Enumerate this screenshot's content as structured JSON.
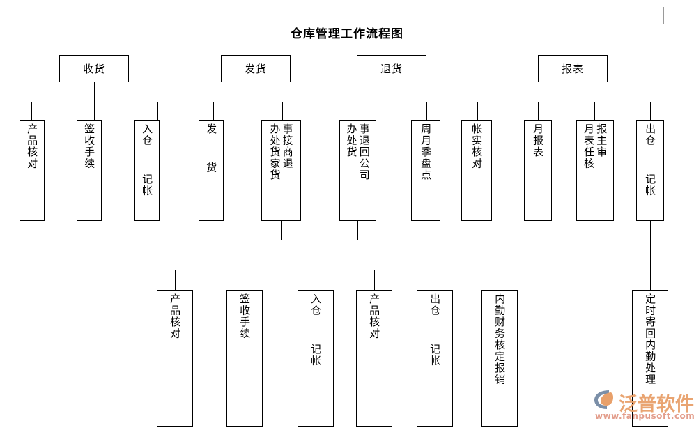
{
  "title": "仓库管理工作流程图",
  "colors": {
    "box_border": "#000000",
    "line": "#000000",
    "text": "#000000",
    "background": "#ffffff",
    "watermark_orange": "#e8a06a",
    "watermark_blue": "#7b8fa8",
    "watermark_url": "#e0937f",
    "corner_mark": "#9a9a9a"
  },
  "chart_data": {
    "type": "diagram",
    "diagram_type": "organizational-flowchart",
    "title": "仓库管理工作流程图",
    "orientation": "top-down",
    "levels": 3,
    "root_count": 4
  },
  "nodes": {
    "receiving": {
      "label": "收货"
    },
    "shipping": {
      "label": "发货"
    },
    "returns": {
      "label": "退货"
    },
    "reports": {
      "label": "报表"
    },
    "recv_check": {
      "col1": "产品核对"
    },
    "recv_sign": {
      "col1": "签收手续"
    },
    "recv_store": {
      "col1": "入仓  记帐"
    },
    "ship_out": {
      "col1": "发  货"
    },
    "ship_return": {
      "col1": "事接商退",
      "col2": "办处货家货"
    },
    "ret_company": {
      "col1": "事退回公司",
      "col2": "办处货"
    },
    "ret_stock": {
      "col1": "周月季盘点"
    },
    "rep_audit": {
      "col1": "帐实核对"
    },
    "rep_monthly": {
      "col1": "月报表"
    },
    "rep_review": {
      "col1": "报主审",
      "col2": "月表任核"
    },
    "rep_out": {
      "col1": "出仓  记帐"
    },
    "b_check1": {
      "col1": "产品核对"
    },
    "b_sign1": {
      "col1": "签收手续"
    },
    "b_store1": {
      "col1": "入仓  记帐"
    },
    "b_check2": {
      "col1": "产品核对"
    },
    "b_out2": {
      "col1": "出仓  记帐"
    },
    "b_finance": {
      "col1": "内勤财务核定报销"
    },
    "b_mail": {
      "col1": "定时寄回内勤处理"
    }
  },
  "watermark": {
    "brand": "泛普软件",
    "url": "www.fanpusoft.com",
    "logo_icon": "fanpu-logo-icon"
  }
}
